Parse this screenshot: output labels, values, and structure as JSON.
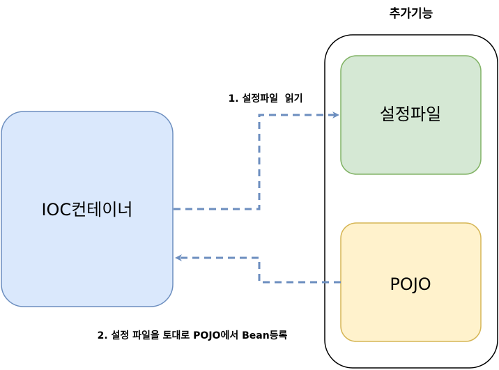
{
  "group": {
    "title": "추가기능"
  },
  "nodes": {
    "ioc": {
      "label": "IOC컨테이너"
    },
    "config": {
      "label": "설정파일"
    },
    "pojo": {
      "label": "POJO"
    }
  },
  "edges": {
    "read_config": {
      "label": "1. 설정파일  읽기"
    },
    "register_bean": {
      "label": "2. 설정 파일을 토대로 POJO에서 Bean등록"
    }
  },
  "colors": {
    "ioc_fill": "#dae8fc",
    "ioc_stroke": "#6c8ebf",
    "config_fill": "#d5e8d4",
    "config_stroke": "#82b366",
    "pojo_fill": "#fff2cc",
    "pojo_stroke": "#d6b656",
    "arrow": "#6c8ebf"
  }
}
